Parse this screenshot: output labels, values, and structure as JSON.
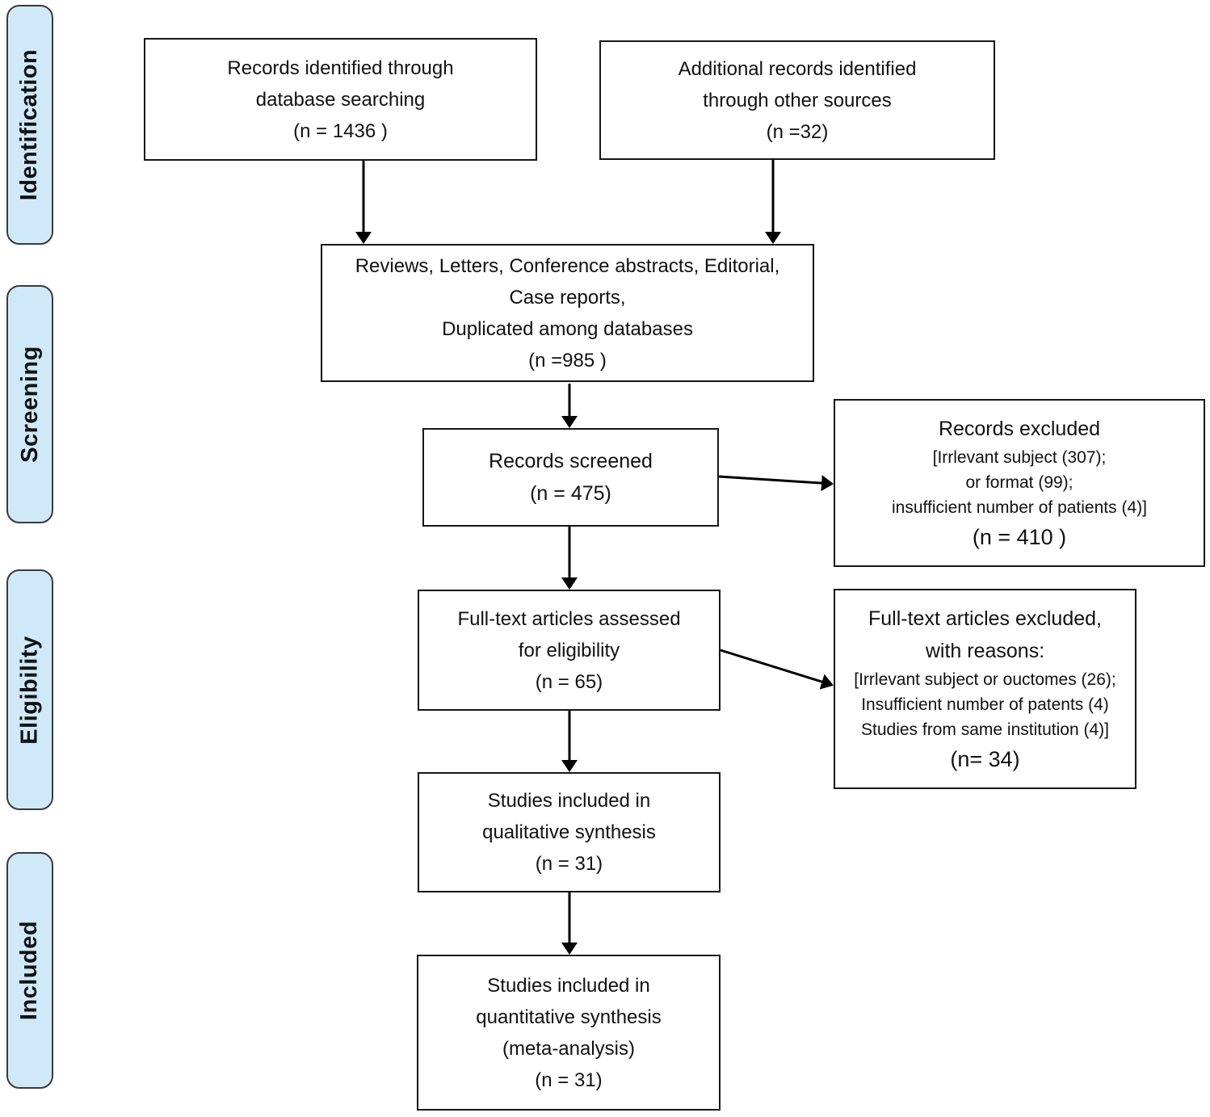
{
  "sidebar": {
    "items": [
      {
        "label": "Identification"
      },
      {
        "label": "Screening"
      },
      {
        "label": "Eligibility"
      },
      {
        "label": "Included"
      }
    ]
  },
  "boxes": {
    "records_identified": {
      "lines": [
        "Records identified through",
        "database searching",
        "(n = 1436 )"
      ]
    },
    "additional_records": {
      "lines": [
        "Additional records identified",
        "through other sources",
        "(n =32)"
      ]
    },
    "removed_duplicates": {
      "lines": [
        "Reviews, Letters, Conference abstracts, Editorial,",
        "Case reports,",
        "Duplicated among databases",
        "(n =985 )"
      ]
    },
    "records_screened": {
      "lines": [
        "Records screened",
        "(n = 475)"
      ]
    },
    "records_excluded": {
      "title": "Records excluded",
      "details": [
        "[Irrlevant subject (307);",
        "or format (99);",
        "insufficient number of patients (4)]"
      ],
      "count": "(n = 410 )"
    },
    "fulltext_assessed": {
      "lines": [
        "Full-text articles assessed",
        "for eligibility",
        "(n = 65)"
      ]
    },
    "fulltext_excluded": {
      "title_lines": [
        "Full-text articles excluded,",
        "with reasons:"
      ],
      "details": [
        "[Irrlevant subject or ouctomes (26);",
        "Insufficient number of patents (4)",
        "Studies from same institution (4)]"
      ],
      "count": "(n= 34)"
    },
    "qualitative_included": {
      "lines": [
        "Studies included in",
        "qualitative synthesis",
        "(n = 31)"
      ]
    },
    "quantitative_included": {
      "lines": [
        "Studies included in",
        "quantitative synthesis",
        "(meta-analysis)",
        "(n = 31)"
      ]
    }
  },
  "colors": {
    "stage_fill": "#cfe9f9",
    "stage_border": "#3a3a3a",
    "box_border": "#161616",
    "arrow": "#000000"
  }
}
